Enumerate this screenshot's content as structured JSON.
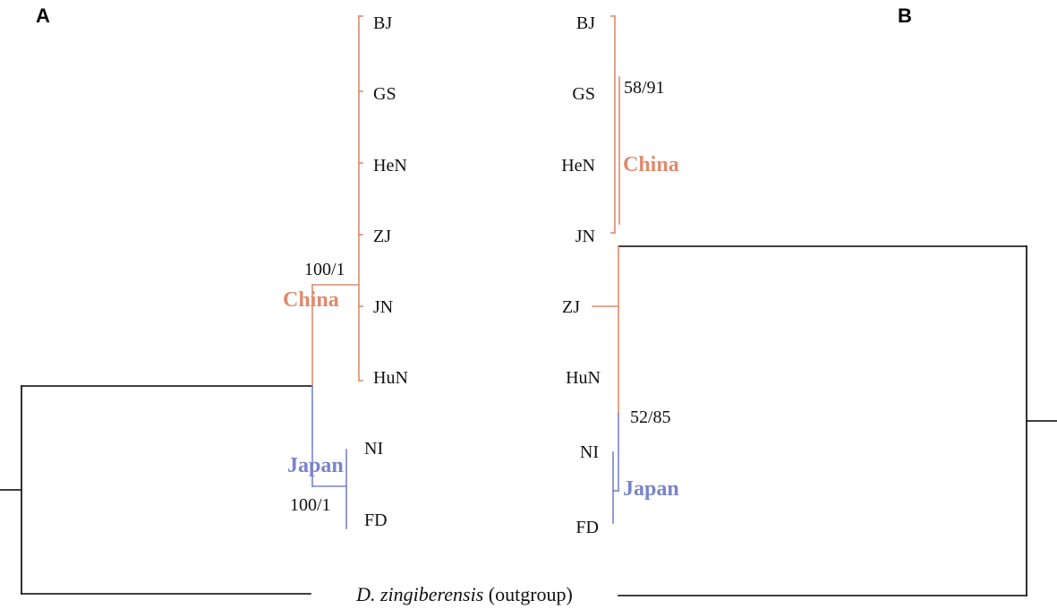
{
  "colors": {
    "china": "#e08a6c",
    "japan": "#7884c8",
    "outgroup": "#000000"
  },
  "panels": {
    "a": "A",
    "b": "B"
  },
  "clades": {
    "china": "China",
    "japan": "Japan"
  },
  "outgroup": {
    "species": "D. zingiberensis",
    "note": " (outgroup)"
  },
  "tree_a": {
    "tips": [
      "BJ",
      "GS",
      "HeN",
      "ZJ",
      "JN",
      "HuN",
      "NI",
      "FD"
    ],
    "support_china": "100/1",
    "support_japan": "100/1"
  },
  "tree_b": {
    "tips": [
      "BJ",
      "GS",
      "HeN",
      "JN",
      "ZJ",
      "HuN",
      "NI",
      "FD"
    ],
    "support_upper": "58/91",
    "support_lower": "52/85"
  }
}
